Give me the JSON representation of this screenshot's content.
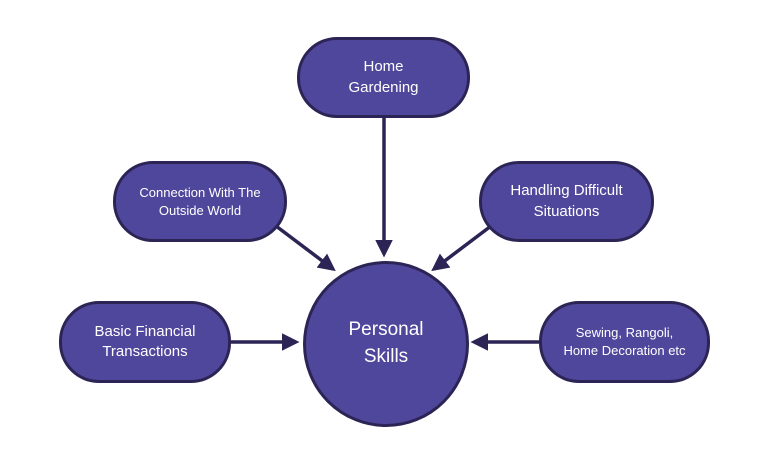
{
  "diagram": {
    "center": {
      "label": "Personal\nSkills"
    },
    "nodes": {
      "top": {
        "label": "Home\nGardening"
      },
      "upper_left": {
        "label": "Connection With The\nOutside World"
      },
      "upper_right": {
        "label": "Handling Difficult\nSituations"
      },
      "middle_left": {
        "label": "Basic Financial\nTransactions"
      },
      "middle_right": {
        "label": "Sewing, Rangoli,\nHome Decoration etc"
      }
    },
    "colors": {
      "node_fill": "#4f479b",
      "node_border": "#2b2455",
      "arrow": "#2b2455",
      "text": "#ffffff"
    }
  }
}
